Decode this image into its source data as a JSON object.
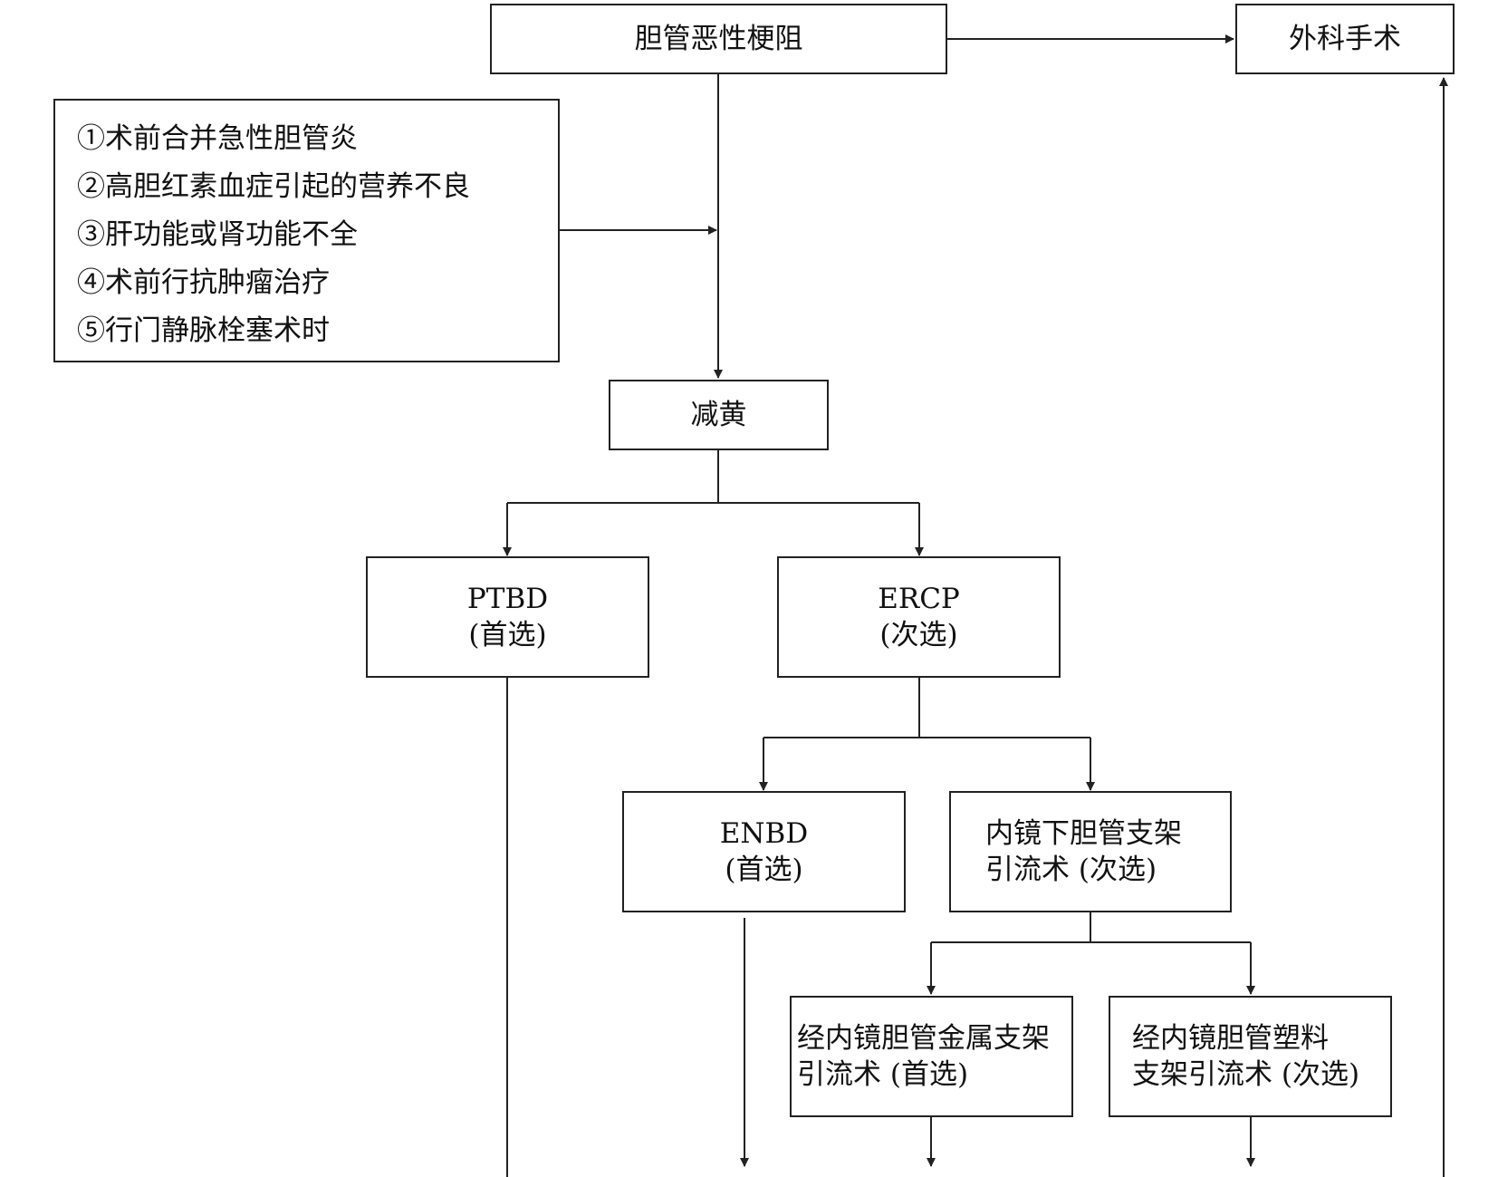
{
  "nodes": {
    "obstruction": "胆管恶性梗阻",
    "surgery": "外科手术",
    "jaundice_reduction": "减黄",
    "ptbd": {
      "name": "PTBD",
      "note": "(首选)"
    },
    "ercp": {
      "name": "ERCP",
      "note": "(次选)"
    },
    "enbd": {
      "name": "ENBD",
      "note": "(首选)"
    },
    "endo_stent": {
      "line1": "内镜下胆管支架",
      "line2": "引流术 (次选)"
    },
    "metal_stent": {
      "line1": "经内镜胆管金属支架",
      "line2": "引流术 (首选)"
    },
    "plastic_stent": {
      "line1": "经内镜胆管塑料",
      "line2": "支架引流术 (次选)"
    }
  },
  "conditions": [
    "①术前合并急性胆管炎",
    "②高胆红素血症引起的营养不良",
    "③肝功能或肾功能不全",
    "④术前行抗肿瘤治疗",
    "⑤行门静脉栓塞术时"
  ],
  "colors": {
    "line": "#222222",
    "background": "#ffffff"
  }
}
